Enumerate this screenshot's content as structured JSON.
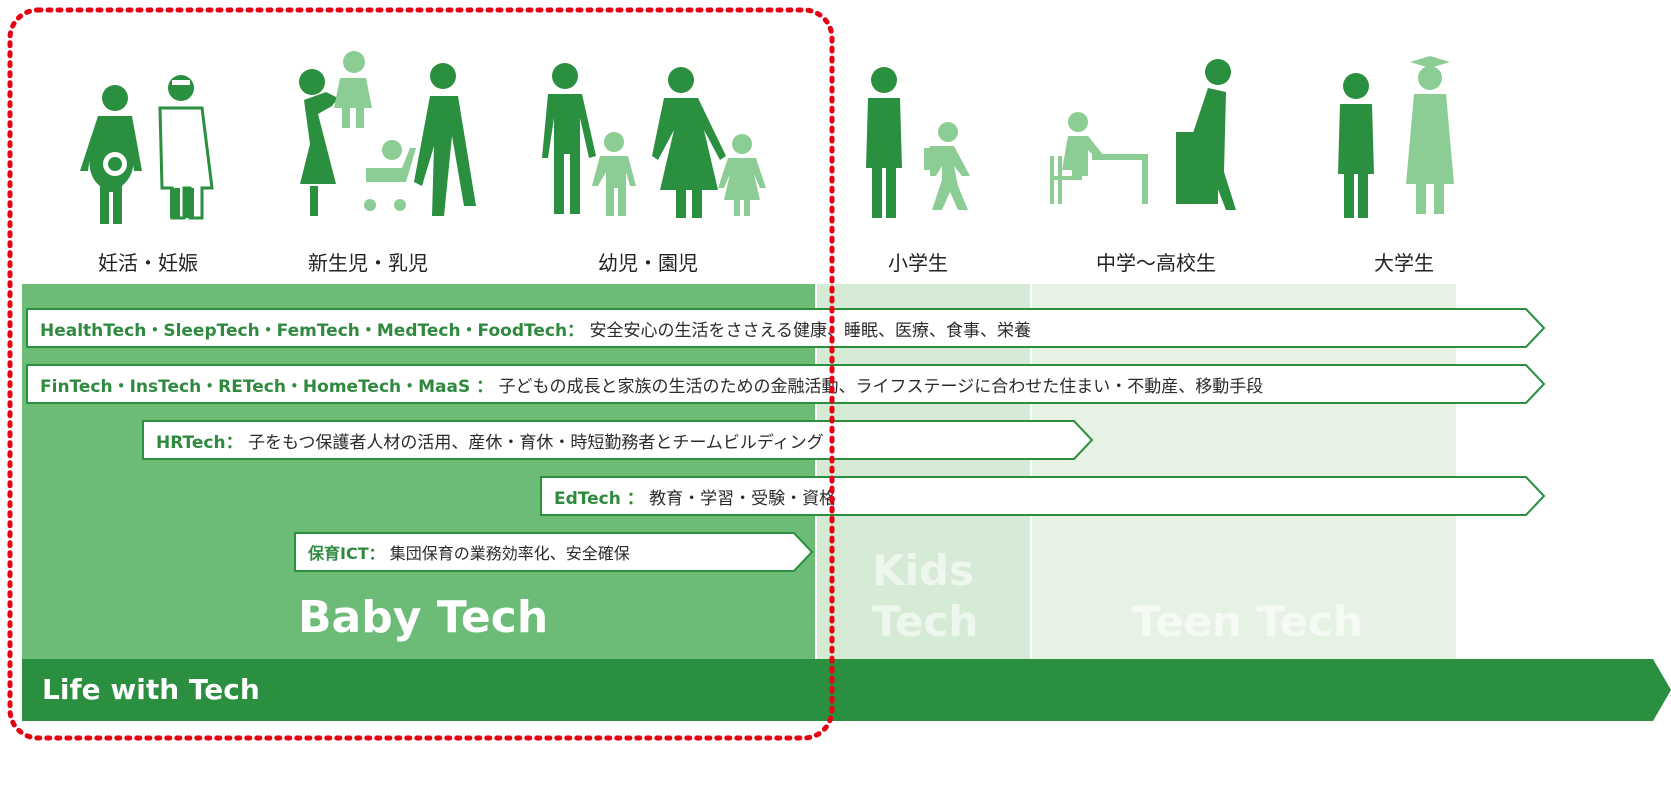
{
  "colors": {
    "dark_green": "#1f8a3a",
    "mid_green": "#6fbd7a",
    "light_green": "#a9d6af",
    "pale_green": "#d9ecd9",
    "pale_green2": "#e7f2e5",
    "bar_green": "#2a8f3f",
    "highlight_red": "#e60012"
  },
  "stages": [
    {
      "label": "妊活・妊娠",
      "icon": "pregnant-woman-and-doctor-icon"
    },
    {
      "label": "新生児・乳児",
      "icon": "mother-baby-stroller-icon"
    },
    {
      "label": "幼児・園児",
      "icon": "family-with-toddlers-icon"
    },
    {
      "label": "小学生",
      "icon": "parent-and-schoolchild-icon"
    },
    {
      "label": "中学〜高校生",
      "icon": "student-at-desk-icon"
    },
    {
      "label": "大学生",
      "icon": "parent-and-graduate-icon"
    }
  ],
  "tech_rows": [
    {
      "name": "HealthTech・SleepTech・FemTech・MedTech・FoodTech：",
      "desc": "安全安心の生活をささえる健康、睡眠、医療、食事、栄養"
    },
    {
      "name": "FinTech・InsTech・RETech・HomeTech・MaaS ：",
      "desc": "子どもの成長と家族の生活のための金融活動、ライフステージに合わせた住まい・不動産、移動手段"
    },
    {
      "name": "HRTech：",
      "desc": "子をもつ保護者人材の活用、産休・育休・時短勤務者とチームビルディング"
    },
    {
      "name": "EdTech ：",
      "desc": "教育・学習・受験・資格"
    },
    {
      "name": "保育ICT：",
      "desc": "集団保育の業務効率化、安全確保"
    }
  ],
  "categories": {
    "baby": "Baby Tech",
    "kids_line1": "Kids",
    "kids_line2": "Tech",
    "teen": "Teen Tech"
  },
  "life_bar": "Life with Tech"
}
